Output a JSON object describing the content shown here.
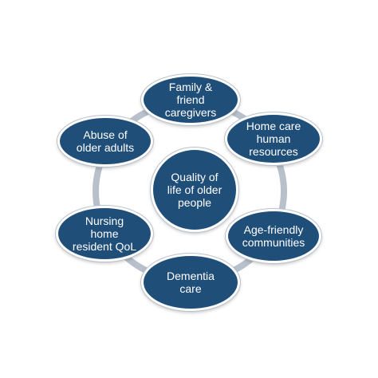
{
  "diagram": {
    "center": {
      "label": "Quality of\nlife of older\npeople"
    },
    "nodes": [
      {
        "label": "Family &\nfriend\ncaregivers"
      },
      {
        "label": "Home care\nhuman\nresources"
      },
      {
        "label": "Age-friendly\ncommunities"
      },
      {
        "label": "Dementia\ncare"
      },
      {
        "label": "Nursing\nhome\nresident QoL"
      },
      {
        "label": "Abuse of\nolder adults"
      }
    ],
    "colors": {
      "node_fill": "#1f4e79",
      "node_border": "#ffffff",
      "ring": "#b7c0cb",
      "text": "#ffffff"
    }
  }
}
